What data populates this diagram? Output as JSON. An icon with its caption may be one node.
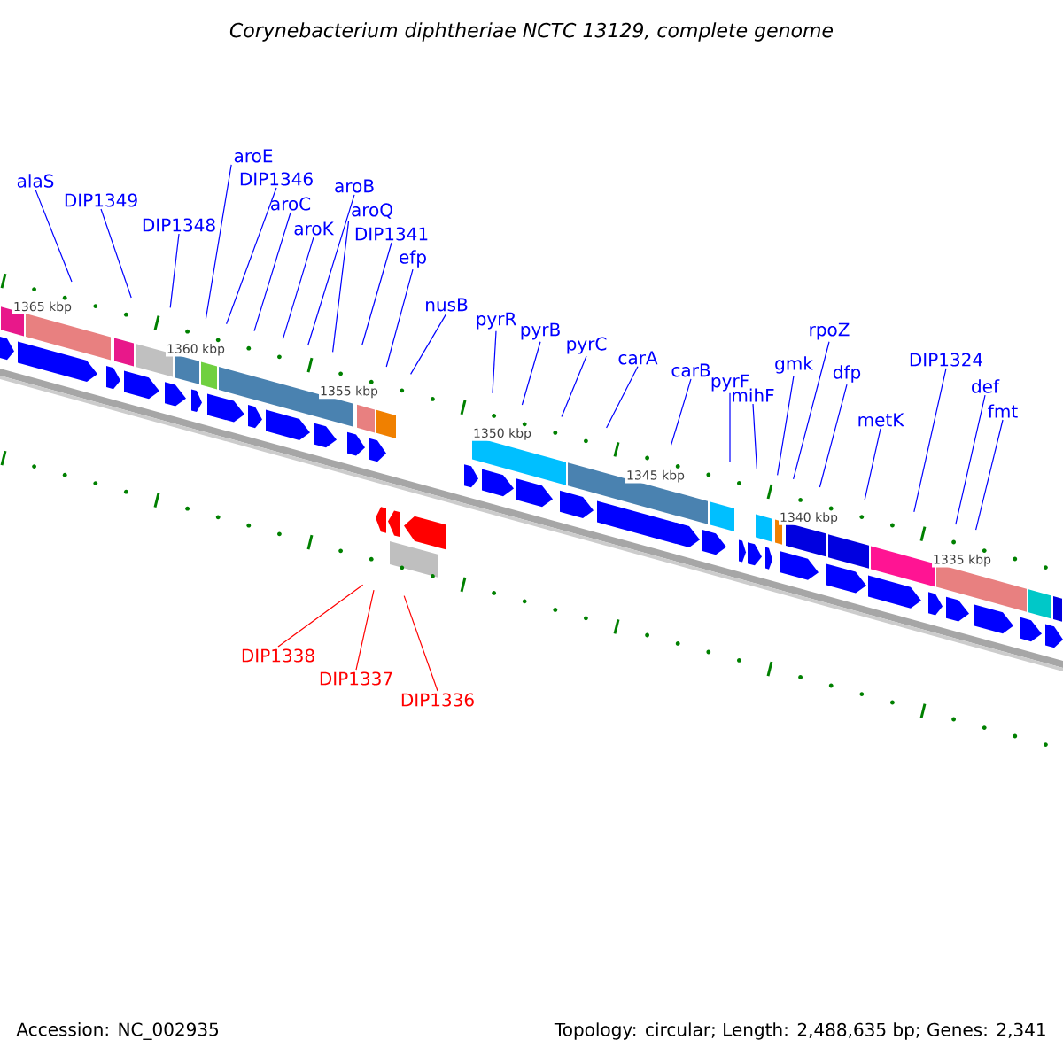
{
  "diagram": {
    "title": "Corynebacterium diphtheriae NCTC 13129, complete genome",
    "nodes": [
      {
        "text": [
          "alaS"
        ]
      },
      {
        "text": [
          "DIP1349"
        ]
      },
      {
        "text": [
          "DIP1348"
        ]
      },
      {
        "text": [
          "aroE"
        ]
      },
      {
        "text": [
          "DIP1346"
        ]
      },
      {
        "text": [
          "aroC"
        ]
      },
      {
        "text": [
          "aroK"
        ]
      },
      {
        "text": [
          "aroB"
        ]
      },
      {
        "text": [
          "aroQ"
        ]
      },
      {
        "text": [
          "DIP1341"
        ]
      },
      {
        "text": [
          "efp"
        ]
      },
      {
        "text": [
          "nusB"
        ]
      },
      {
        "text": [
          "pyrR"
        ]
      },
      {
        "text": [
          "pyrB"
        ]
      },
      {
        "text": [
          "pyrC"
        ]
      },
      {
        "text": [
          "carA"
        ]
      },
      {
        "text": [
          "carB"
        ]
      },
      {
        "text": [
          "pyrF"
        ]
      },
      {
        "text": [
          "mihF"
        ]
      },
      {
        "text": [
          "gmk"
        ]
      },
      {
        "text": [
          "rpoZ"
        ]
      },
      {
        "text": [
          "dfp"
        ]
      },
      {
        "text": [
          "metK"
        ]
      },
      {
        "text": [
          "DIP1324"
        ]
      },
      {
        "text": [
          "def"
        ]
      },
      {
        "text": [
          "fmt"
        ]
      },
      {
        "text": [
          "DIP1338"
        ]
      },
      {
        "text": [
          "DIP1337"
        ]
      },
      {
        "text": [
          "DIP1336"
        ]
      }
    ],
    "edges": [
      {
        "from": 0,
        "to": null,
        "arrow": "none"
      },
      {
        "from": 1,
        "to": null,
        "arrow": "none"
      },
      {
        "from": 2,
        "to": null,
        "arrow": "none"
      },
      {
        "from": 3,
        "to": null,
        "arrow": "none"
      },
      {
        "from": 4,
        "to": null,
        "arrow": "none"
      },
      {
        "from": 5,
        "to": null,
        "arrow": "none"
      },
      {
        "from": 6,
        "to": null,
        "arrow": "none"
      },
      {
        "from": 7,
        "to": null,
        "arrow": "none"
      },
      {
        "from": 8,
        "to": null,
        "arrow": "none"
      },
      {
        "from": 9,
        "to": null,
        "arrow": "none"
      },
      {
        "from": 10,
        "to": null,
        "arrow": "none"
      },
      {
        "from": 11,
        "to": null,
        "arrow": "none"
      },
      {
        "from": 12,
        "to": null,
        "arrow": "none"
      },
      {
        "from": 13,
        "to": null,
        "arrow": "none"
      },
      {
        "from": 14,
        "to": null,
        "arrow": "none"
      },
      {
        "from": 15,
        "to": null,
        "arrow": "none"
      },
      {
        "from": 16,
        "to": null,
        "arrow": "none"
      },
      {
        "from": 17,
        "to": null,
        "arrow": "none"
      },
      {
        "from": 18,
        "to": null,
        "arrow": "none"
      },
      {
        "from": 19,
        "to": null,
        "arrow": "none"
      },
      {
        "from": 20,
        "to": null,
        "arrow": "none"
      },
      {
        "from": 21,
        "to": null,
        "arrow": "none"
      },
      {
        "from": 22,
        "to": null,
        "arrow": "none"
      },
      {
        "from": 23,
        "to": null,
        "arrow": "none"
      },
      {
        "from": 24,
        "to": null,
        "arrow": "none"
      },
      {
        "from": 25,
        "to": null,
        "arrow": "none"
      },
      {
        "from": 26,
        "to": null,
        "arrow": "none",
        "color": "#ff0000"
      },
      {
        "from": 27,
        "to": null,
        "arrow": "none",
        "color": "#ff0000"
      },
      {
        "from": 28,
        "to": null,
        "arrow": "none",
        "color": "#ff0000"
      }
    ],
    "labels": [
      "1365 kbp",
      "1360 kbp",
      "1355 kbp",
      "1350 kbp",
      "1345 kbp",
      "1340 kbp",
      "1335 kbp",
      "Accession: NC_002935",
      "Topology: circular; Length: 2,488,635 bp; Genes: 2,341"
    ]
  }
}
